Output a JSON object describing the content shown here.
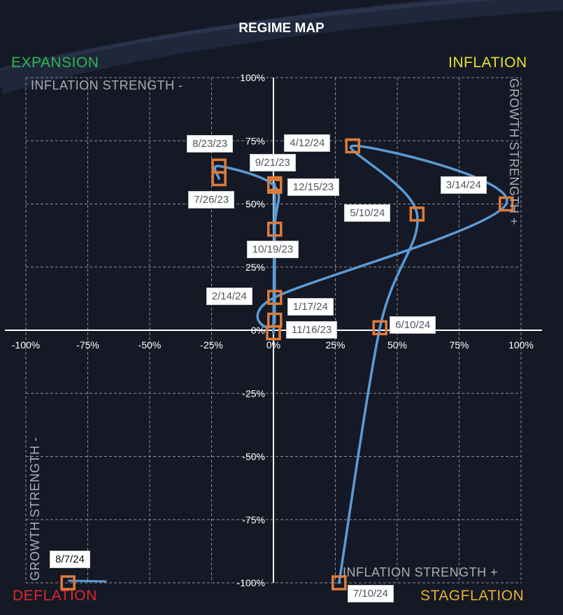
{
  "chart_data": {
    "type": "scatter",
    "title": "REGIME MAP",
    "xlim": [
      -100,
      100
    ],
    "ylim": [
      -100,
      100
    ],
    "x_ticks": [
      "-100%",
      "-75%",
      "-50%",
      "-25%",
      "0%",
      "25%",
      "50%",
      "75%",
      "100%"
    ],
    "y_ticks": [
      "100%",
      "75%",
      "50%",
      "25%",
      "0%",
      "-25%",
      "-50%",
      "-75%",
      "-100%"
    ],
    "grid": true,
    "quadrants": {
      "top_left": "EXPANSION",
      "top_right": "INFLATION",
      "bottom_left": "DEFLATION",
      "bottom_right": "STAGFLATION"
    },
    "axis_labels": {
      "top_left": "INFLATION STRENGTH -",
      "right": "GROWTH STRENGTH +",
      "left": "GROWTH STRENGTH -",
      "bottom_right": "INFLATION STRENGTH +"
    },
    "points": [
      {
        "label": "7/26/23",
        "x": -22,
        "y": 60
      },
      {
        "label": "8/23/23",
        "x": -22,
        "y": 65
      },
      {
        "label": "9/21/23",
        "x": 0.5,
        "y": 57
      },
      {
        "label": "10/19/23",
        "x": 0.5,
        "y": 40
      },
      {
        "label": "11/16/23",
        "x": 0,
        "y": -1
      },
      {
        "label": "12/15/23",
        "x": 0.5,
        "y": 58
      },
      {
        "label": "1/17/24",
        "x": 0.5,
        "y": 4
      },
      {
        "label": "2/14/24",
        "x": 0.5,
        "y": 13
      },
      {
        "label": "3/14/24",
        "x": 94,
        "y": 50
      },
      {
        "label": "4/12/24",
        "x": 32,
        "y": 73
      },
      {
        "label": "5/10/24",
        "x": 58,
        "y": 46
      },
      {
        "label": "6/10/24",
        "x": 43,
        "y": 1
      },
      {
        "label": "7/10/24",
        "x": 26.5,
        "y": -100
      },
      {
        "label": "8/7/24",
        "x": -83,
        "y": -100
      }
    ],
    "colors": {
      "line": "#5b9bd5",
      "marker": "#e07b39",
      "expansion": "#2db84d",
      "inflation": "#e6e033",
      "deflation": "#e0262a",
      "stagflation": "#e8b030"
    }
  }
}
